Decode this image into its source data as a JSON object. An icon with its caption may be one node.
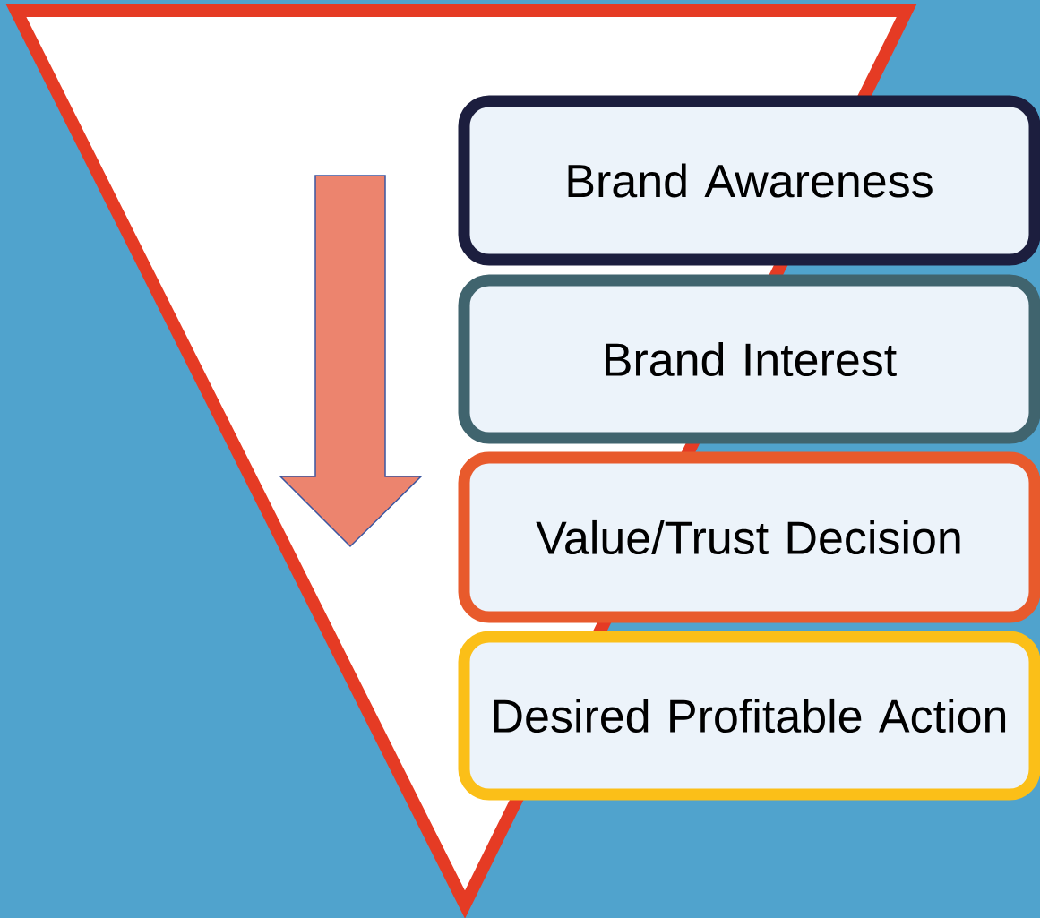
{
  "diagram": {
    "nodes": [
      {
        "text": [
          "Brand Awareness"
        ]
      },
      {
        "text": [
          "Brand Interest"
        ]
      },
      {
        "text": [
          "Value/Trust Decision"
        ]
      },
      {
        "text": [
          "Desired Profitable Action"
        ]
      }
    ]
  }
}
